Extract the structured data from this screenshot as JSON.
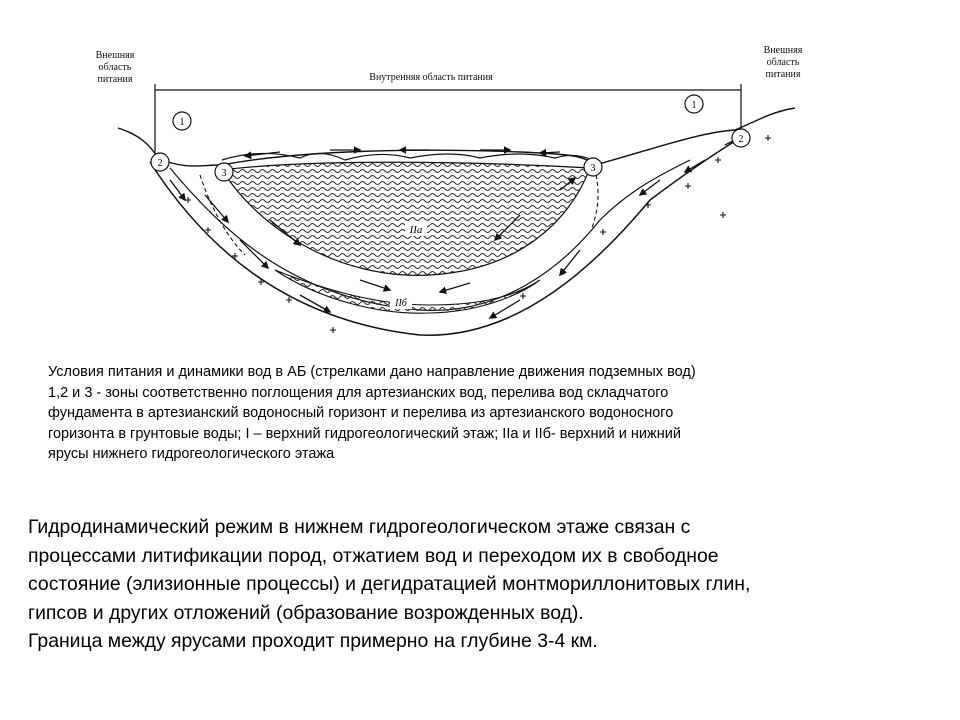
{
  "diagram": {
    "labels": {
      "outer_left": "Внешняя область питания",
      "inner": "Внутренняя область питания",
      "outer_right": "Внешняя область питания",
      "layer_upper": "IIа",
      "layer_lower": "IIб",
      "zone_1": "1",
      "zone_2": "2",
      "zone_3": "3"
    }
  },
  "caption": {
    "lines": [
      "Условия питания и динамики вод в АБ (стрелками дано направление движения подземных вод)",
      "1,2 и 3 - зоны соответственно поглощения для артезианских вод, перелива вод складчатого",
      "фундамента в артезианский водоносный горизонт и перелива из артезианского водоносного",
      "горизонта в грунтовые воды; I – верхний гидрогеологический этаж; IIа и IIб- верхний и нижний",
      "ярусы нижнего гидрогеологического этажа"
    ]
  },
  "body": {
    "lines": [
      "Гидродинамический режим в нижнем гидрогеологическом этаже связан с",
      "процессами литификации пород, отжатием вод и переходом их в свободное",
      "состояние (элизионные процессы) и дегидратацией монтмориллонитовых глин,",
      "гипсов и других отложений (образование возрожденных вод).",
      "Граница между ярусами проходит примерно на глубине 3-4 км."
    ]
  }
}
